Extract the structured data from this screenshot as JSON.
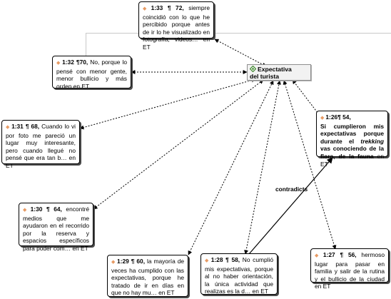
{
  "code": {
    "label_line1": "Expectativa",
    "label_line2": "del turista"
  },
  "relation_label": "contradicts",
  "quotes": [
    {
      "ref": "1:33 ¶ 72,",
      "text": "siempre coincidió con lo que he percibido porque antes de ir lo he visualizado en fotografía, videos… en ET"
    },
    {
      "ref": "1:32 ¶70,",
      "text": "No, porque lo pensé con menor gente, menor bullicio y más orden en ET"
    },
    {
      "ref": "1:31 ¶ 68,",
      "text": "Cuando lo vi por foto me pareció un lugar muy interesante, pero cuando llegué no pensé que era tan b… en ET"
    },
    {
      "ref": "1:30 ¶ 64,",
      "text": "encontré medios que me ayudaron en el recorrido por la reserva y espacios específicos para poder com… en ET"
    },
    {
      "ref": "1:29 ¶ 60,",
      "text": "la mayoría de veces ha cumplido con las expectativas, porque he tratado de ir en días en que no hay mu… en ET"
    },
    {
      "ref": "1:28 ¶ 58,",
      "text": "No cumplió mis expectativas, porque al no haber orientación, la única actividad que realizas es la d… en ET"
    },
    {
      "ref": "1:27 ¶ 56,",
      "text": "hermoso lugar para pasar en familia y salir de la rutina y el bullicio de la ciudad en ET"
    },
    {
      "ref": "1:26¶ 54,",
      "text_parts": [
        "Si cumplieron mis expectativas porque durante el ",
        "trekking",
        " vas conociendo de la flora, de la fauna",
        " en ET"
      ]
    }
  ],
  "colors": {
    "bullet": "#e79a63",
    "code_icon": "#4a8f3a"
  },
  "icons": {
    "quote_bullet": "diamond-icon",
    "code_icon": "code-node-icon"
  }
}
